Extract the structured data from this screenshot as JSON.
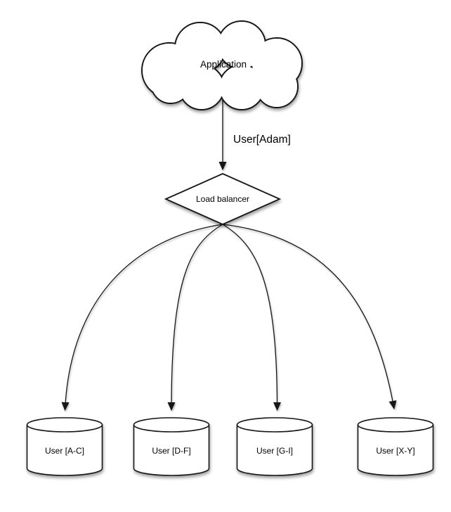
{
  "diagram": {
    "type": "flow-diagram",
    "colors": {
      "stroke": "#161616",
      "fill": "#ffffff",
      "text": "#000000",
      "background": "#ffffff"
    },
    "nodes": {
      "application": {
        "label": "Application",
        "shape": "cloud"
      },
      "load_balancer": {
        "label": "Load balancer",
        "shape": "diamond"
      },
      "shards": [
        {
          "label": "User [A-C]",
          "shape": "cylinder"
        },
        {
          "label": "User [D-F]",
          "shape": "cylinder"
        },
        {
          "label": "User [G-I]",
          "shape": "cylinder"
        },
        {
          "label": "User [X-Y]",
          "shape": "cylinder"
        }
      ]
    },
    "edges": [
      {
        "from": "Application",
        "to": "Load balancer",
        "label": "User[Adam]"
      },
      {
        "from": "Load balancer",
        "to": "User [A-C]"
      },
      {
        "from": "Load balancer",
        "to": "User [D-F]"
      },
      {
        "from": "Load balancer",
        "to": "User [G-I]"
      },
      {
        "from": "Load balancer",
        "to": "User [X-Y]"
      }
    ]
  }
}
